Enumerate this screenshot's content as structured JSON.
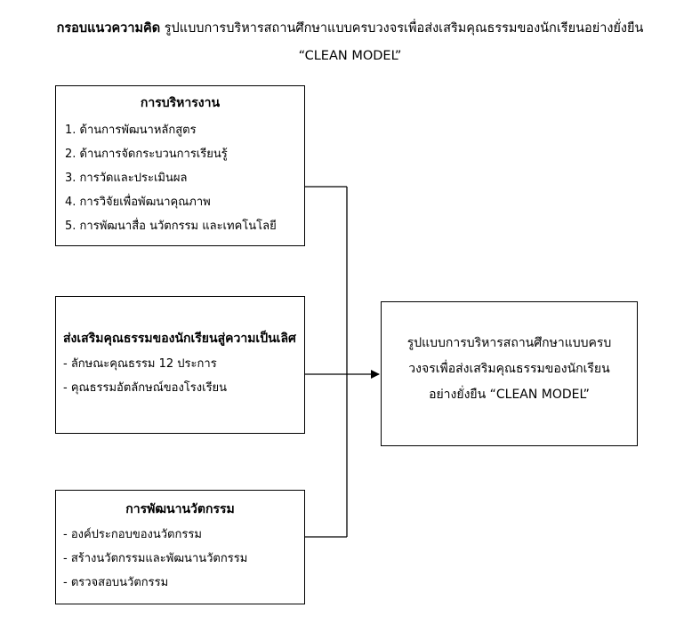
{
  "title": {
    "lead": "กรอบแนวความคิด",
    "text": "รูปแบบการบริหารสถานศึกษาแบบครบวงจรเพื่อส่งเสริมคุณธรรมของนักเรียนอย่างยั่งยืน",
    "subtitle": "“CLEAN MODEL”"
  },
  "box_management": {
    "heading": "การบริหารงาน",
    "items": [
      "1. ด้านการพัฒนาหลักสูตร",
      "2. ด้านการจัดกระบวนการเรียนรู้",
      "3. การวัดและประเมินผล",
      "4. การวิจัยเพื่อพัฒนาคุณภาพ",
      "5. การพัฒนาสื่อ นวัตกรรม และเทคโนโลยี"
    ]
  },
  "box_virtue": {
    "heading": "ส่งเสริมคุณธรรมของนักเรียนสู่ความเป็นเลิศ",
    "items": [
      "- ลักษณะคุณธรรม 12 ประการ",
      "- คุณธรรมอัตลักษณ์ของโรงเรียน"
    ]
  },
  "box_innovation": {
    "heading": "การพัฒนานวัตกรรม",
    "items": [
      "- องค์ประกอบของนวัตกรรม",
      "- สร้างนวัตกรรมและพัฒนานวัตกรรม",
      "- ตรวจสอบนวัตกรรม"
    ]
  },
  "box_result": {
    "lines": [
      "รูปแบบการบริหารสถานศึกษาแบบครบ",
      "วงจรเพื่อส่งเสริมคุณธรรมของนักเรียน",
      "อย่างยั่งยืน “CLEAN MODEL”"
    ]
  }
}
